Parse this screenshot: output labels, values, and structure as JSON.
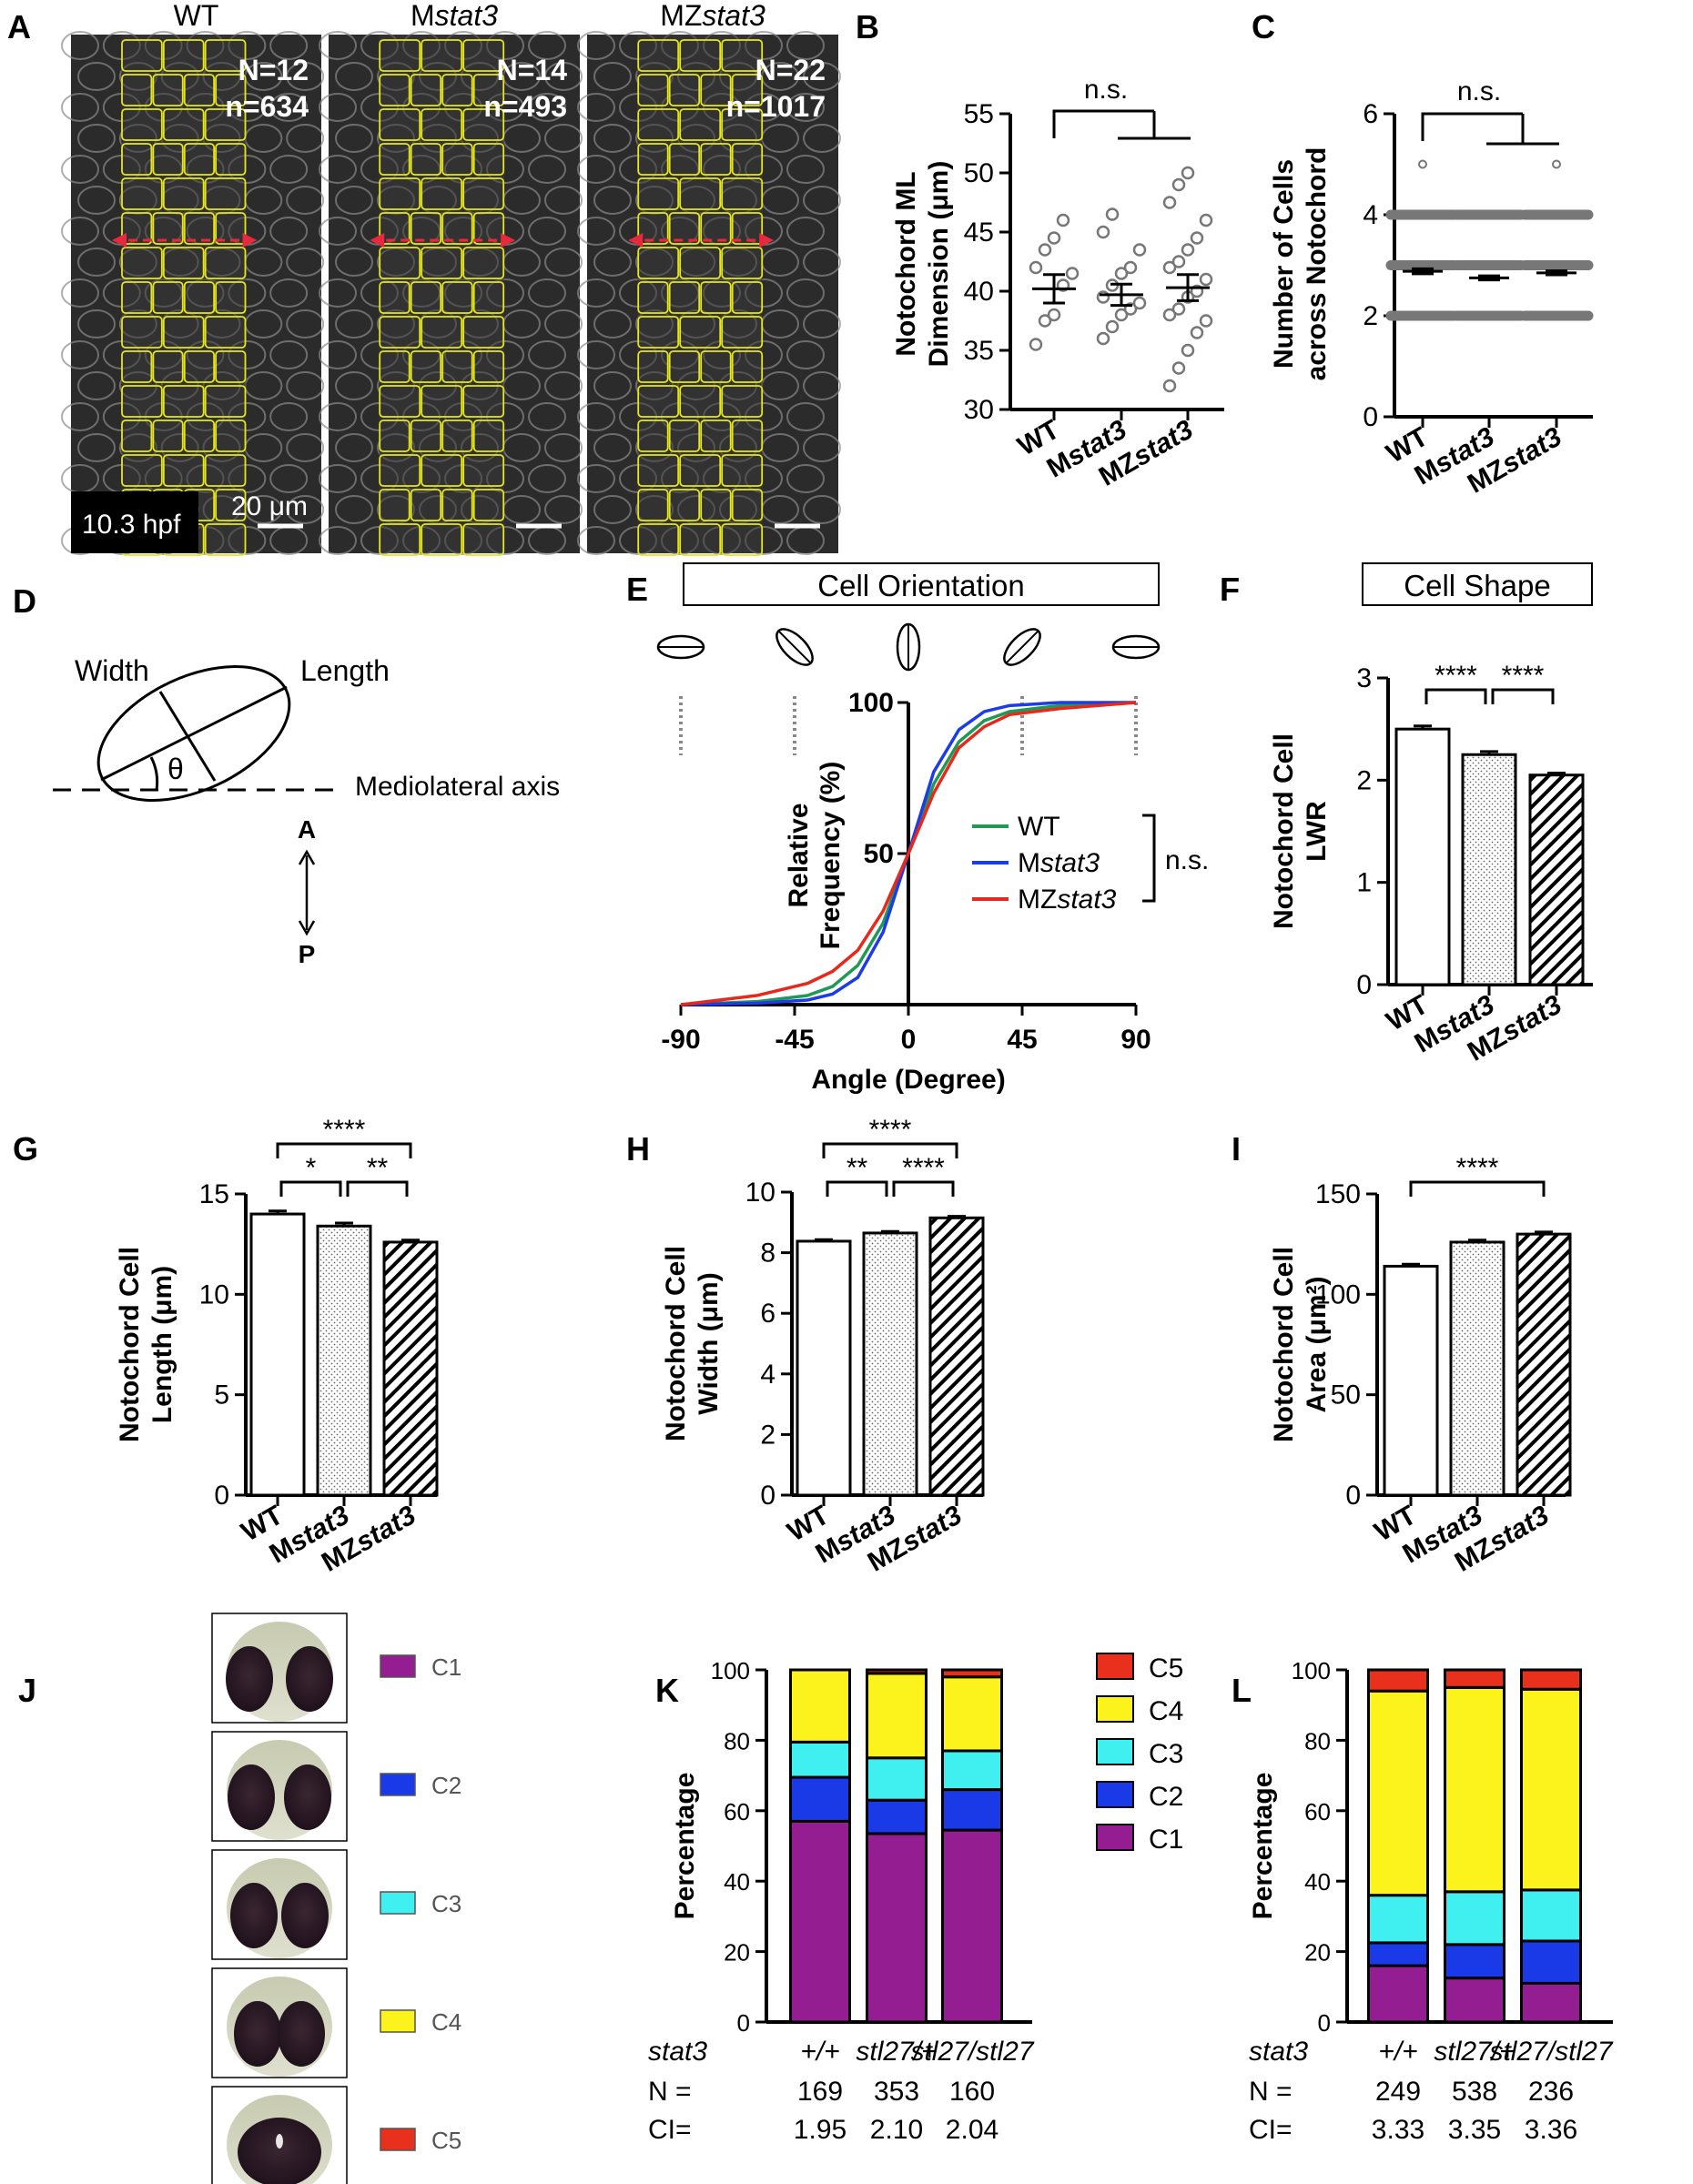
{
  "panels": {
    "A": {
      "letter": "A",
      "images": [
        {
          "title": "WT",
          "N": "N=12",
          "n": "n=634"
        },
        {
          "title": "Mstat3",
          "N": "N=14",
          "n": "n=493"
        },
        {
          "title": "MZstat3",
          "N": "N=22",
          "n": "n=1017"
        }
      ],
      "stage": "10.3 hpf",
      "scale": "20 μm"
    },
    "D": {
      "letter": "D",
      "width": "Width",
      "length": "Length",
      "theta": "θ",
      "axis": "Mediolateral axis",
      "A": "A",
      "P": "P"
    },
    "E": {
      "letter": "E",
      "box_title": "Cell Orientation"
    },
    "F": {
      "letter": "F",
      "box_title": "Cell Shape"
    },
    "J": {
      "letter": "J",
      "classes": [
        "C1",
        "C2",
        "C3",
        "C4",
        "C5"
      ]
    }
  },
  "genotypes": [
    "WT",
    "Mstat3",
    "MZstat3"
  ],
  "colors": {
    "C1": "#931d91",
    "C2": "#1a3ae8",
    "C3": "#40f0f0",
    "C4": "#fcf31c",
    "C5": "#e8301c",
    "WT_line": "#1e9a55",
    "Mstat3_line": "#1d3ce8",
    "MZstat3_line": "#e8281c",
    "outline": "#e6e61c",
    "arrow": "#e8283c",
    "scatter": "#777777"
  },
  "chart_data": [
    {
      "id": "B",
      "type": "scatter",
      "ylabel": "Notochord ML Dimension (μm)",
      "ylim": [
        30,
        55
      ],
      "yticks": [
        30,
        35,
        40,
        45,
        50,
        55
      ],
      "categories": [
        "WT",
        "Mstat3",
        "MZstat3"
      ],
      "annotation": "n.s.",
      "series": [
        {
          "values": [
            35.5,
            37.5,
            38,
            40.5,
            41.5,
            42,
            43.5,
            44.5,
            46
          ],
          "mean": 40.2,
          "sem": 1.2
        },
        {
          "values": [
            36,
            37,
            38,
            38.5,
            39,
            39.5,
            40.5,
            41.5,
            42,
            43.5,
            45,
            46.5
          ],
          "mean": 39.7,
          "sem": 0.9
        },
        {
          "values": [
            32,
            33.5,
            35,
            36.5,
            37.5,
            38,
            38.5,
            39.5,
            40,
            41,
            42,
            42.5,
            43.5,
            44.5,
            46,
            47.5,
            49,
            50
          ],
          "mean": 40.3,
          "sem": 1.1
        }
      ]
    },
    {
      "id": "C",
      "type": "scatter",
      "ylabel": "Number of Cells across Notochord",
      "ylim": [
        0,
        6
      ],
      "yticks": [
        0,
        2,
        4,
        6
      ],
      "categories": [
        "WT",
        "Mstat3",
        "MZstat3"
      ],
      "annotation": "n.s.",
      "series": [
        {
          "levels": [
            2,
            3,
            4
          ],
          "outliers": [
            5
          ],
          "mean": 2.88,
          "sem": 0.05
        },
        {
          "levels": [
            2,
            3,
            4
          ],
          "outliers": [],
          "mean": 2.75,
          "sem": 0.04
        },
        {
          "levels": [
            2,
            3,
            4
          ],
          "outliers": [
            5
          ],
          "mean": 2.85,
          "sem": 0.04
        }
      ]
    },
    {
      "id": "E",
      "type": "line",
      "title": "Cell Orientation",
      "xlabel": "Angle (Degree)",
      "ylabel": "Relative Frequency (%)",
      "xlim": [
        -90,
        90
      ],
      "xticks": [
        -90,
        -45,
        0,
        45,
        90
      ],
      "ylim": [
        0,
        100
      ],
      "yticks": [
        50,
        100
      ],
      "legend_annotation": "n.s.",
      "series": [
        {
          "name": "WT",
          "x": [
            -90,
            -60,
            -40,
            -30,
            -20,
            -10,
            0,
            10,
            20,
            30,
            40,
            60,
            90
          ],
          "y": [
            0,
            1,
            3,
            6,
            13,
            27,
            50,
            73,
            87,
            94,
            97,
            99,
            100
          ]
        },
        {
          "name": "Mstat3",
          "x": [
            -90,
            -60,
            -40,
            -30,
            -20,
            -10,
            0,
            10,
            20,
            30,
            40,
            60,
            90
          ],
          "y": [
            0,
            0.5,
            1.5,
            3.5,
            9,
            24,
            50,
            77,
            91,
            97,
            99,
            100,
            100
          ]
        },
        {
          "name": "MZstat3",
          "x": [
            -90,
            -60,
            -40,
            -30,
            -20,
            -10,
            0,
            10,
            20,
            30,
            40,
            60,
            90
          ],
          "y": [
            0,
            3,
            7,
            11,
            18,
            31,
            50,
            70,
            85,
            92,
            96,
            98,
            100
          ]
        }
      ]
    },
    {
      "id": "F",
      "type": "bar",
      "ylabel": "Notochord Cell LWR",
      "ylim": [
        0,
        3
      ],
      "yticks": [
        0,
        1,
        2,
        3
      ],
      "categories": [
        "WT",
        "Mstat3",
        "MZstat3"
      ],
      "values": [
        2.5,
        2.25,
        2.05
      ],
      "errors": [
        0.03,
        0.03,
        0.02
      ],
      "significance": [
        {
          "from": 0,
          "to": 1,
          "label": "****"
        },
        {
          "from": 1,
          "to": 2,
          "label": "****"
        }
      ]
    },
    {
      "id": "G",
      "type": "bar",
      "ylabel": "Notochord Cell Length (μm)",
      "ylim": [
        0,
        15
      ],
      "yticks": [
        0,
        5,
        10,
        15
      ],
      "categories": [
        "WT",
        "Mstat3",
        "MZstat3"
      ],
      "values": [
        14.0,
        13.4,
        12.6
      ],
      "errors": [
        0.15,
        0.15,
        0.1
      ],
      "significance": [
        {
          "from": 0,
          "to": 1,
          "label": "*"
        },
        {
          "from": 1,
          "to": 2,
          "label": "**"
        },
        {
          "from": 0,
          "to": 2,
          "label": "****"
        }
      ]
    },
    {
      "id": "H",
      "type": "bar",
      "ylabel": "Notochord Cell Width (μm)",
      "ylim": [
        0,
        10
      ],
      "yticks": [
        0,
        2,
        4,
        6,
        8,
        10
      ],
      "categories": [
        "WT",
        "Mstat3",
        "MZstat3"
      ],
      "values": [
        8.38,
        8.65,
        9.15
      ],
      "errors": [
        0.05,
        0.05,
        0.05
      ],
      "significance": [
        {
          "from": 0,
          "to": 1,
          "label": "**"
        },
        {
          "from": 1,
          "to": 2,
          "label": "****"
        },
        {
          "from": 0,
          "to": 2,
          "label": "****"
        }
      ]
    },
    {
      "id": "I",
      "type": "bar",
      "ylabel": "Notochord Cell Area (μm²)",
      "ylim": [
        0,
        150
      ],
      "yticks": [
        0,
        50,
        100,
        150
      ],
      "categories": [
        "WT",
        "Mstat3",
        "MZstat3"
      ],
      "values": [
        114,
        126,
        130
      ],
      "errors": [
        1,
        1,
        1
      ],
      "significance": [
        {
          "from": 0,
          "to": 2,
          "label": "****"
        }
      ]
    },
    {
      "id": "K",
      "type": "bar",
      "ylabel": "Percentage",
      "ylim": [
        0,
        100
      ],
      "yticks": [
        0,
        20,
        40,
        60,
        80,
        100
      ],
      "row_labels": [
        "stat3",
        "N =",
        "CI="
      ],
      "categories": [
        "+/+",
        "stl27/+",
        "stl27/stl27"
      ],
      "N": [
        "169",
        "353",
        "160"
      ],
      "CI": [
        "1.95",
        "2.10",
        "2.04"
      ],
      "legend": [
        "C5",
        "C4",
        "C3",
        "C2",
        "C1"
      ],
      "series": [
        {
          "name": "C1",
          "values": [
            57,
            53.5,
            54.5
          ]
        },
        {
          "name": "C2",
          "values": [
            12.5,
            9.5,
            11.5
          ]
        },
        {
          "name": "C3",
          "values": [
            10,
            12,
            11
          ]
        },
        {
          "name": "C4",
          "values": [
            20.5,
            24,
            21
          ]
        },
        {
          "name": "C5",
          "values": [
            0,
            1,
            2
          ]
        }
      ]
    },
    {
      "id": "L",
      "type": "bar",
      "ylabel": "Percentage",
      "ylim": [
        0,
        100
      ],
      "yticks": [
        0,
        20,
        40,
        60,
        80,
        100
      ],
      "row_labels": [
        "stat3",
        "N =",
        "CI="
      ],
      "categories": [
        "+/+",
        "stl27/+",
        "stl27/stl27"
      ],
      "N": [
        "249",
        "538",
        "236"
      ],
      "CI": [
        "3.33",
        "3.35",
        "3.36"
      ],
      "series": [
        {
          "name": "C1",
          "values": [
            16,
            12.5,
            11
          ]
        },
        {
          "name": "C2",
          "values": [
            6.5,
            9.5,
            12
          ]
        },
        {
          "name": "C3",
          "values": [
            13.5,
            15,
            14.5
          ]
        },
        {
          "name": "C4",
          "values": [
            58,
            58,
            57
          ]
        },
        {
          "name": "C5",
          "values": [
            6,
            5,
            5.5
          ]
        }
      ]
    }
  ]
}
